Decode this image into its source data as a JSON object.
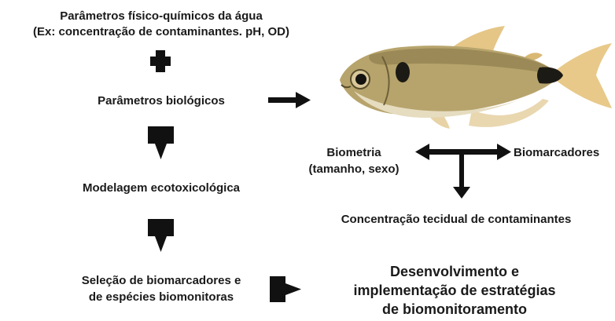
{
  "left": {
    "params_line1": "Parâmetros físico-químicos da água",
    "params_line2": "(Ex: concentração de contaminantes. pH, OD)",
    "biological": "Parâmetros biológicos",
    "modeling": "Modelagem ecotoxicológica",
    "selection_line1": "Seleção de biomarcadores e",
    "selection_line2": "de espécies biomonitoras"
  },
  "right": {
    "biometry_line1": "Biometria",
    "biometry_line2": "(tamanho, sexo)",
    "biomarkers": "Biomarcadores",
    "tissue": "Concentração tecidual de contaminantes",
    "outcome_line1": "Desenvolvimento e",
    "outcome_line2": "implementação de estratégias",
    "outcome_line3": "de biomonitoramento"
  },
  "colors": {
    "fish_body": "#b7a46c",
    "fish_back": "#8f7f4f",
    "fish_belly": "#e6dcc0",
    "fin": "#e8c98a",
    "spot": "#1c1a14"
  }
}
